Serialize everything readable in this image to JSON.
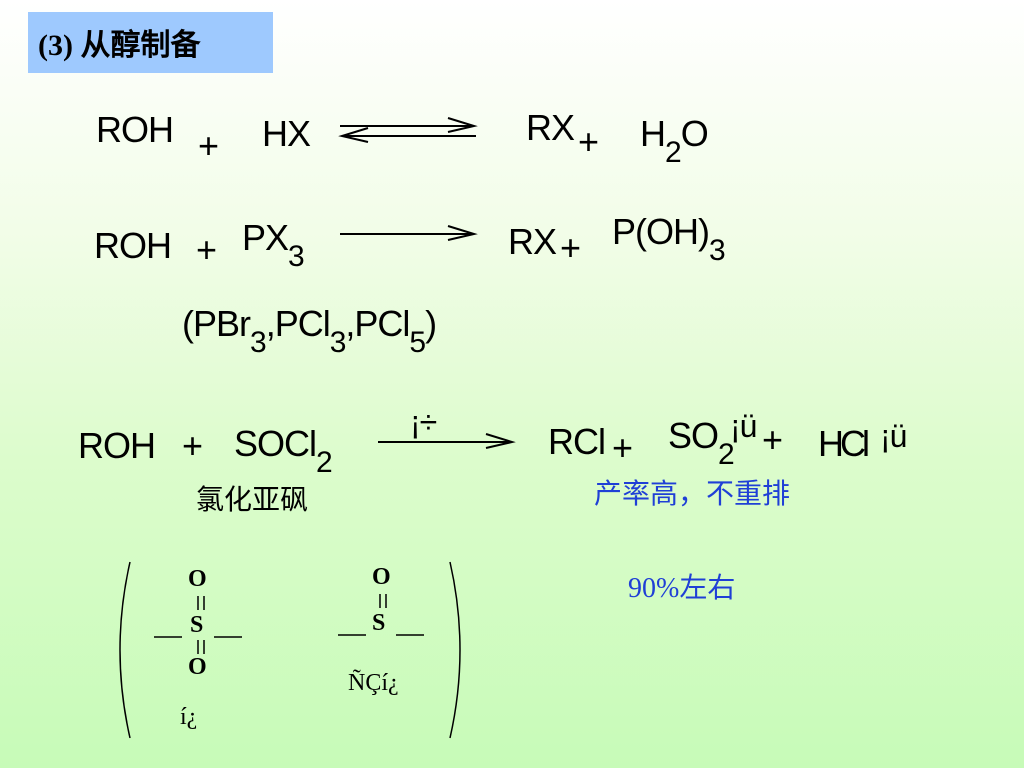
{
  "title": "(3) 从醇制备",
  "reaction1": {
    "reactant1": "ROH",
    "plus1": "+",
    "reactant2": "HX",
    "product1": "RX",
    "plus2": "+",
    "product2_h": "H",
    "product2_sub": "2",
    "product2_o": "O"
  },
  "reaction2": {
    "reactant1": "ROH",
    "plus1": "+",
    "reactant2": "PX",
    "reactant2_sub": "3",
    "product1": "RX",
    "plus2": "+",
    "product2": "P(OH)",
    "product2_sub": "3",
    "reagents_open": "(PBr",
    "reagents_sub1": "3",
    "reagents_mid1": ",PCl",
    "reagents_sub2": "3",
    "reagents_mid2": ",PCl",
    "reagents_sub3": "5",
    "reagents_close": ")"
  },
  "reaction3": {
    "reactant1": "ROH",
    "plus1": "+",
    "reactant2": "SOCl",
    "reactant2_sub": "2",
    "arrow_label": "¡÷",
    "product1": "RCl",
    "plus2": "+",
    "product2": "SO",
    "product2_sub": "2",
    "gas_mark1": "¡ü",
    "plus3": "+",
    "product3": "HCl",
    "gas_mark2": "¡ü",
    "reagent_name": "氯化亚砜",
    "note": "产率高，不重排",
    "yield": "90%左右"
  },
  "structures": {
    "left": {
      "top_o": "O",
      "s": "S",
      "bottom_o": "O",
      "caption": "í¿"
    },
    "right": {
      "top_o": "O",
      "s": "S",
      "caption": "ÑÇí¿"
    }
  },
  "colors": {
    "title_bg": "#9ec9fe",
    "blue_text": "#1f3fd6"
  }
}
